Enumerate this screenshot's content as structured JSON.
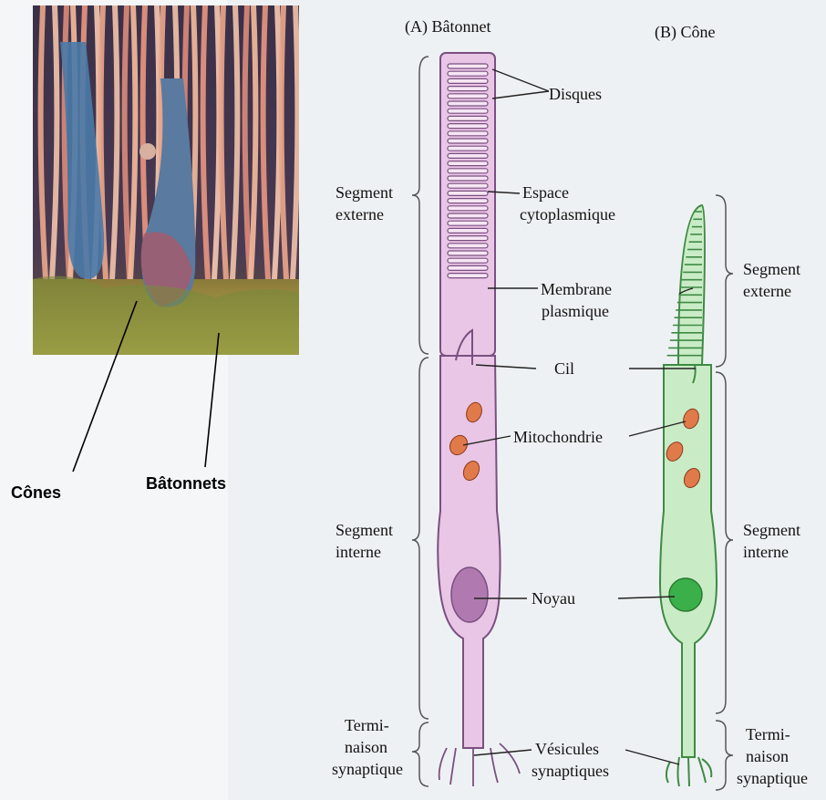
{
  "photo": {
    "label_cones": "Cônes",
    "label_rods": "Bâtonnets"
  },
  "rod": {
    "title": "(A) Bâtonnet",
    "color": "#e9c6e6",
    "outline": "#7a4f80",
    "nucleus_color": "#b07ab0"
  },
  "cone": {
    "title": "(B) Cône",
    "color": "#c9ecc6",
    "outline": "#3f8a44",
    "nucleus_color": "#3bb04a"
  },
  "labels": {
    "disques": "Disques",
    "espace_1": "Espace",
    "espace_2": "cytoplasmique",
    "membrane_1": "Membrane",
    "membrane_2": "plasmique",
    "cil": "Cil",
    "mitochondrie": "Mitochondrie",
    "noyau": "Noyau",
    "vesicules_1": "Vésicules",
    "vesicules_2": "synaptiques"
  },
  "left_segments": {
    "externe_1": "Segment",
    "externe_2": "externe",
    "interne_1": "Segment",
    "interne_2": "interne",
    "term_1": "Termi-",
    "term_2": "naison",
    "term_3": "synaptique"
  },
  "right_segments": {
    "externe_1": "Segment",
    "externe_2": "externe",
    "interne_1": "Segment",
    "interne_2": "interne",
    "term_1": "Termi-",
    "term_2": "naison",
    "term_3": "synaptique"
  }
}
